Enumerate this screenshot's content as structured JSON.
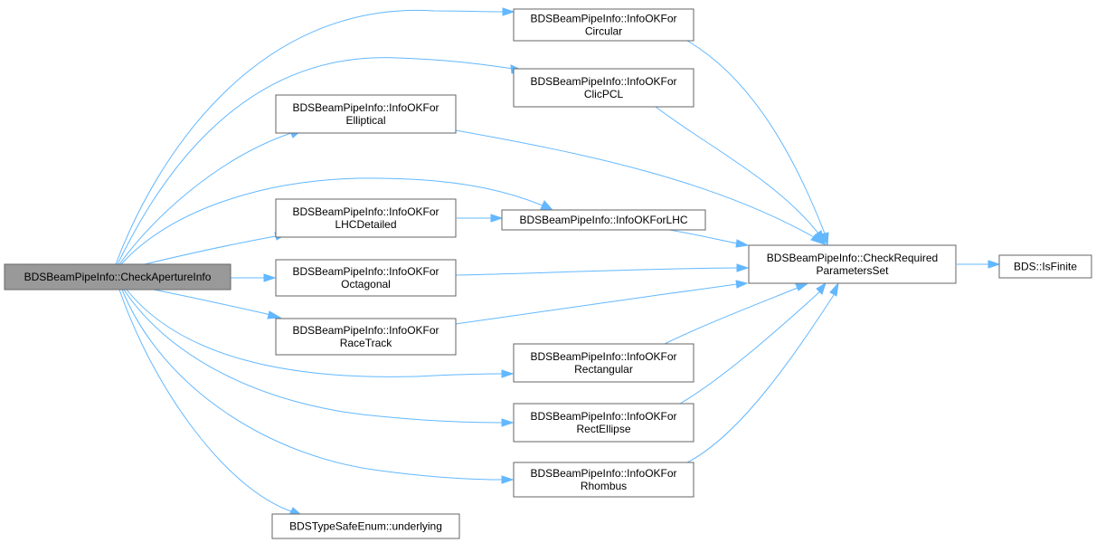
{
  "colors": {
    "edge": "#63b8ff",
    "node_border": "#666666",
    "root_fill": "#999999",
    "node_fill": "#ffffff"
  },
  "nodes": {
    "root": [
      "BDSBeamPipeInfo::CheckApertureInfo"
    ],
    "circular": [
      "BDSBeamPipeInfo::InfoOKFor",
      "Circular"
    ],
    "clicpcl": [
      "BDSBeamPipeInfo::InfoOKFor",
      "ClicPCL"
    ],
    "elliptical": [
      "BDSBeamPipeInfo::InfoOKFor",
      "Elliptical"
    ],
    "lhcdetailed": [
      "BDSBeamPipeInfo::InfoOKFor",
      "LHCDetailed"
    ],
    "lhc": [
      "BDSBeamPipeInfo::InfoOKForLHC"
    ],
    "octagonal": [
      "BDSBeamPipeInfo::InfoOKFor",
      "Octagonal"
    ],
    "racetrack": [
      "BDSBeamPipeInfo::InfoOKFor",
      "RaceTrack"
    ],
    "rectangular": [
      "BDSBeamPipeInfo::InfoOKFor",
      "Rectangular"
    ],
    "rectellipse": [
      "BDSBeamPipeInfo::InfoOKFor",
      "RectEllipse"
    ],
    "rhombus": [
      "BDSBeamPipeInfo::InfoOKFor",
      "Rhombus"
    ],
    "underlying": [
      "BDSTypeSafeEnum::underlying"
    ],
    "checkreq": [
      "BDSBeamPipeInfo::CheckRequired",
      "ParametersSet"
    ],
    "isfinite": [
      "BDS::IsFinite"
    ]
  },
  "edges": [
    [
      "root",
      "circular"
    ],
    [
      "root",
      "clicpcl"
    ],
    [
      "root",
      "elliptical"
    ],
    [
      "root",
      "lhcdetailed"
    ],
    [
      "root",
      "lhc"
    ],
    [
      "root",
      "octagonal"
    ],
    [
      "root",
      "racetrack"
    ],
    [
      "root",
      "rectangular"
    ],
    [
      "root",
      "rectellipse"
    ],
    [
      "root",
      "rhombus"
    ],
    [
      "root",
      "underlying"
    ],
    [
      "lhcdetailed",
      "lhc"
    ],
    [
      "circular",
      "checkreq"
    ],
    [
      "clicpcl",
      "checkreq"
    ],
    [
      "elliptical",
      "checkreq"
    ],
    [
      "lhc",
      "checkreq"
    ],
    [
      "octagonal",
      "checkreq"
    ],
    [
      "racetrack",
      "checkreq"
    ],
    [
      "rectangular",
      "checkreq"
    ],
    [
      "rectellipse",
      "checkreq"
    ],
    [
      "rhombus",
      "checkreq"
    ],
    [
      "checkreq",
      "isfinite"
    ]
  ]
}
